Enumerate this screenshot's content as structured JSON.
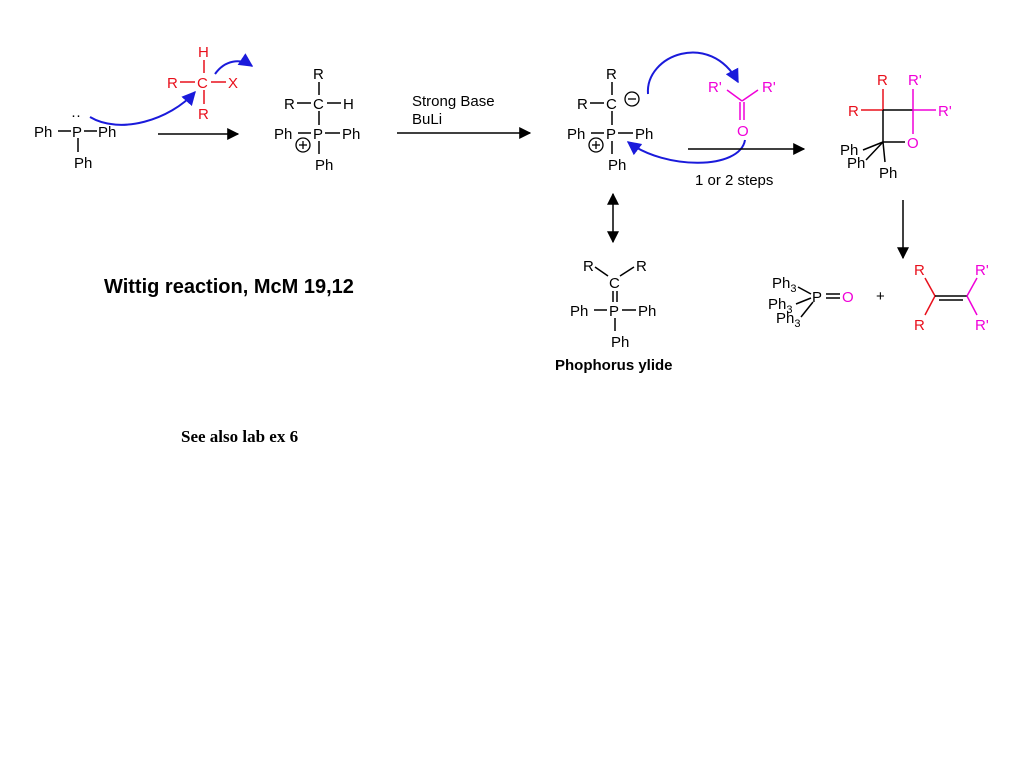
{
  "colors": {
    "black": "#000000",
    "red": "#e8101c",
    "magenta": "#f000d8",
    "blue": "#1a1adb"
  },
  "title": "Wittig reaction, McM 19,12",
  "note": "See also lab ex 6",
  "ylide_caption": "Phophorus ylide",
  "reagents": {
    "line1": "Strong Base",
    "line2": "BuLi",
    "steps": "1 or 2 steps"
  },
  "labels": {
    "Ph": "Ph",
    "P": "P",
    "C": "C",
    "H": "H",
    "X": "X",
    "R": "R",
    "Rp": "R'",
    "O": "O",
    "Ph3": "Ph",
    "sub3": "3",
    "plus": "+",
    "lone_pair": "··"
  }
}
